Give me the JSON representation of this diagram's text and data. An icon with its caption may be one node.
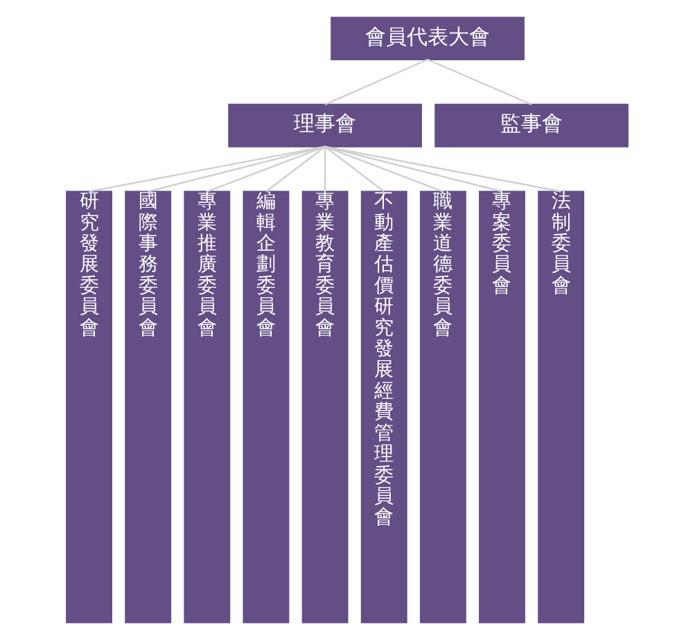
{
  "diagram": {
    "nodes": [
      {
        "text": [
          "會員代表大會"
        ]
      },
      {
        "text": [
          "理事會"
        ]
      },
      {
        "text": [
          "監事會"
        ]
      },
      {
        "text": [
          "研究發展委員會"
        ]
      },
      {
        "text": [
          "國際事務委員會"
        ]
      },
      {
        "text": [
          "專業推廣委員會"
        ]
      },
      {
        "text": [
          "編輯企劃委員會"
        ]
      },
      {
        "text": [
          "專業教育委員會"
        ]
      },
      {
        "text": [
          "不動產估價研究發展經費管理委員會"
        ]
      },
      {
        "text": [
          "職業道德委員會"
        ]
      },
      {
        "text": [
          "專案委員會"
        ]
      },
      {
        "text": [
          "法制委員會"
        ]
      }
    ],
    "edges": [
      {
        "from": 0,
        "to": 1,
        "arrow": "none"
      },
      {
        "from": 0,
        "to": 2,
        "arrow": "none"
      },
      {
        "from": 1,
        "to": 3,
        "arrow": "none"
      },
      {
        "from": 1,
        "to": 4,
        "arrow": "none"
      },
      {
        "from": 1,
        "to": 5,
        "arrow": "none"
      },
      {
        "from": 1,
        "to": 6,
        "arrow": "none"
      },
      {
        "from": 1,
        "to": 7,
        "arrow": "none"
      },
      {
        "from": 1,
        "to": 8,
        "arrow": "none"
      },
      {
        "from": 1,
        "to": 9,
        "arrow": "none"
      },
      {
        "from": 1,
        "to": 10,
        "arrow": "none"
      },
      {
        "from": 1,
        "to": 11,
        "arrow": "none"
      }
    ]
  }
}
